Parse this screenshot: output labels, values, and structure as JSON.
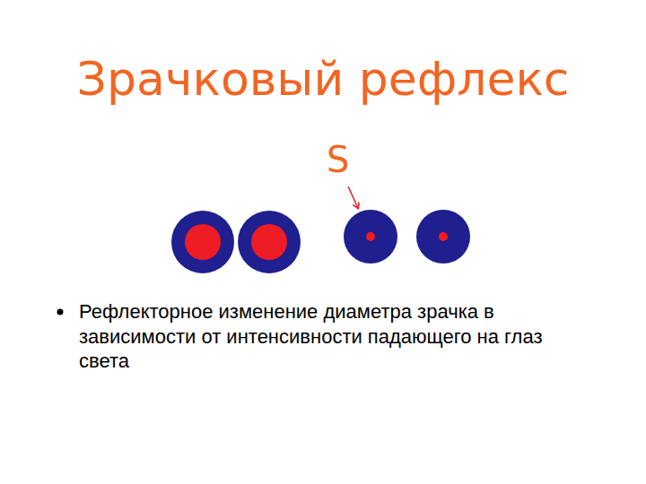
{
  "diagram": {
    "title": "Зрачковый рефлекс",
    "labels": [
      "S",
      "Рефлекторное изменение диаметра зрачка в зависимости от интенсивности падающего на глаз света"
    ]
  }
}
